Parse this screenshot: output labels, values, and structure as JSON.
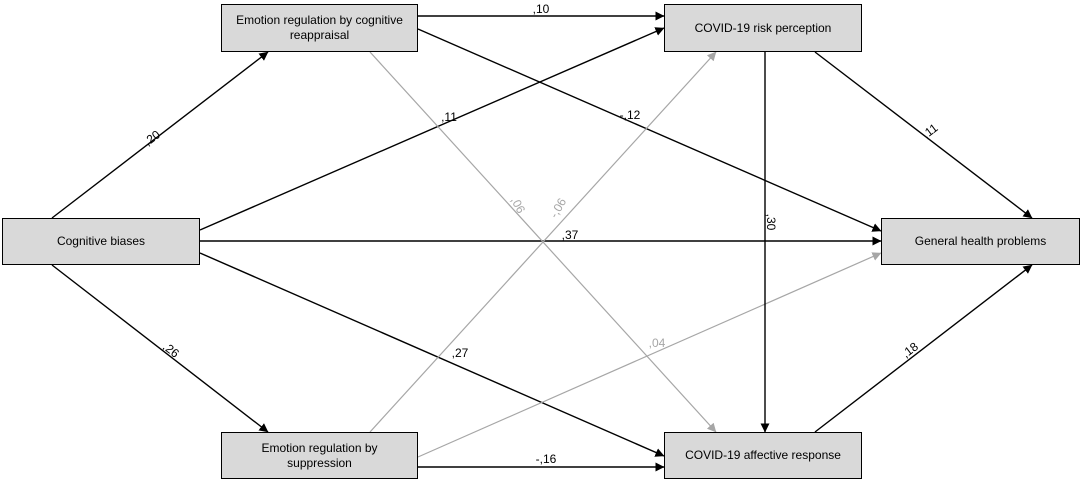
{
  "colors": {
    "black": "#000000",
    "gray": "#a6a6a6",
    "box_fill": "#d9d9d9"
  },
  "nodes": {
    "cognitive_biases": "Cognitive biases",
    "reappraisal": "Emotion regulation by cognitive reappraisal",
    "suppression": "Emotion regulation by suppression",
    "risk": "COVID-19 risk perception",
    "affective": "COVID-19 affective response",
    "health": "General health problems"
  },
  "edges": [
    {
      "from": "cognitive_biases",
      "to": "reappraisal",
      "label": ",20",
      "color": "black"
    },
    {
      "from": "cognitive_biases",
      "to": "suppression",
      "label": ",26",
      "color": "black"
    },
    {
      "from": "cognitive_biases",
      "to": "risk",
      "label": ",11",
      "color": "black"
    },
    {
      "from": "cognitive_biases",
      "to": "health",
      "label": ",37",
      "color": "black"
    },
    {
      "from": "cognitive_biases",
      "to": "affective",
      "label": ",27",
      "color": "black"
    },
    {
      "from": "reappraisal",
      "to": "risk",
      "label": ",10",
      "color": "black"
    },
    {
      "from": "reappraisal",
      "to": "health",
      "label": "-,12",
      "color": "black"
    },
    {
      "from": "reappraisal",
      "to": "affective",
      "label": ",06",
      "color": "gray"
    },
    {
      "from": "suppression",
      "to": "risk",
      "label": "-,06",
      "color": "gray"
    },
    {
      "from": "suppression",
      "to": "health",
      "label": ",04",
      "color": "gray"
    },
    {
      "from": "suppression",
      "to": "affective",
      "label": "-,16",
      "color": "black"
    },
    {
      "from": "risk",
      "to": "affective",
      "label": ",30",
      "color": "black"
    },
    {
      "from": "risk",
      "to": "health",
      "label": ",11",
      "color": "black"
    },
    {
      "from": "affective",
      "to": "health",
      "label": ",18",
      "color": "black"
    }
  ]
}
